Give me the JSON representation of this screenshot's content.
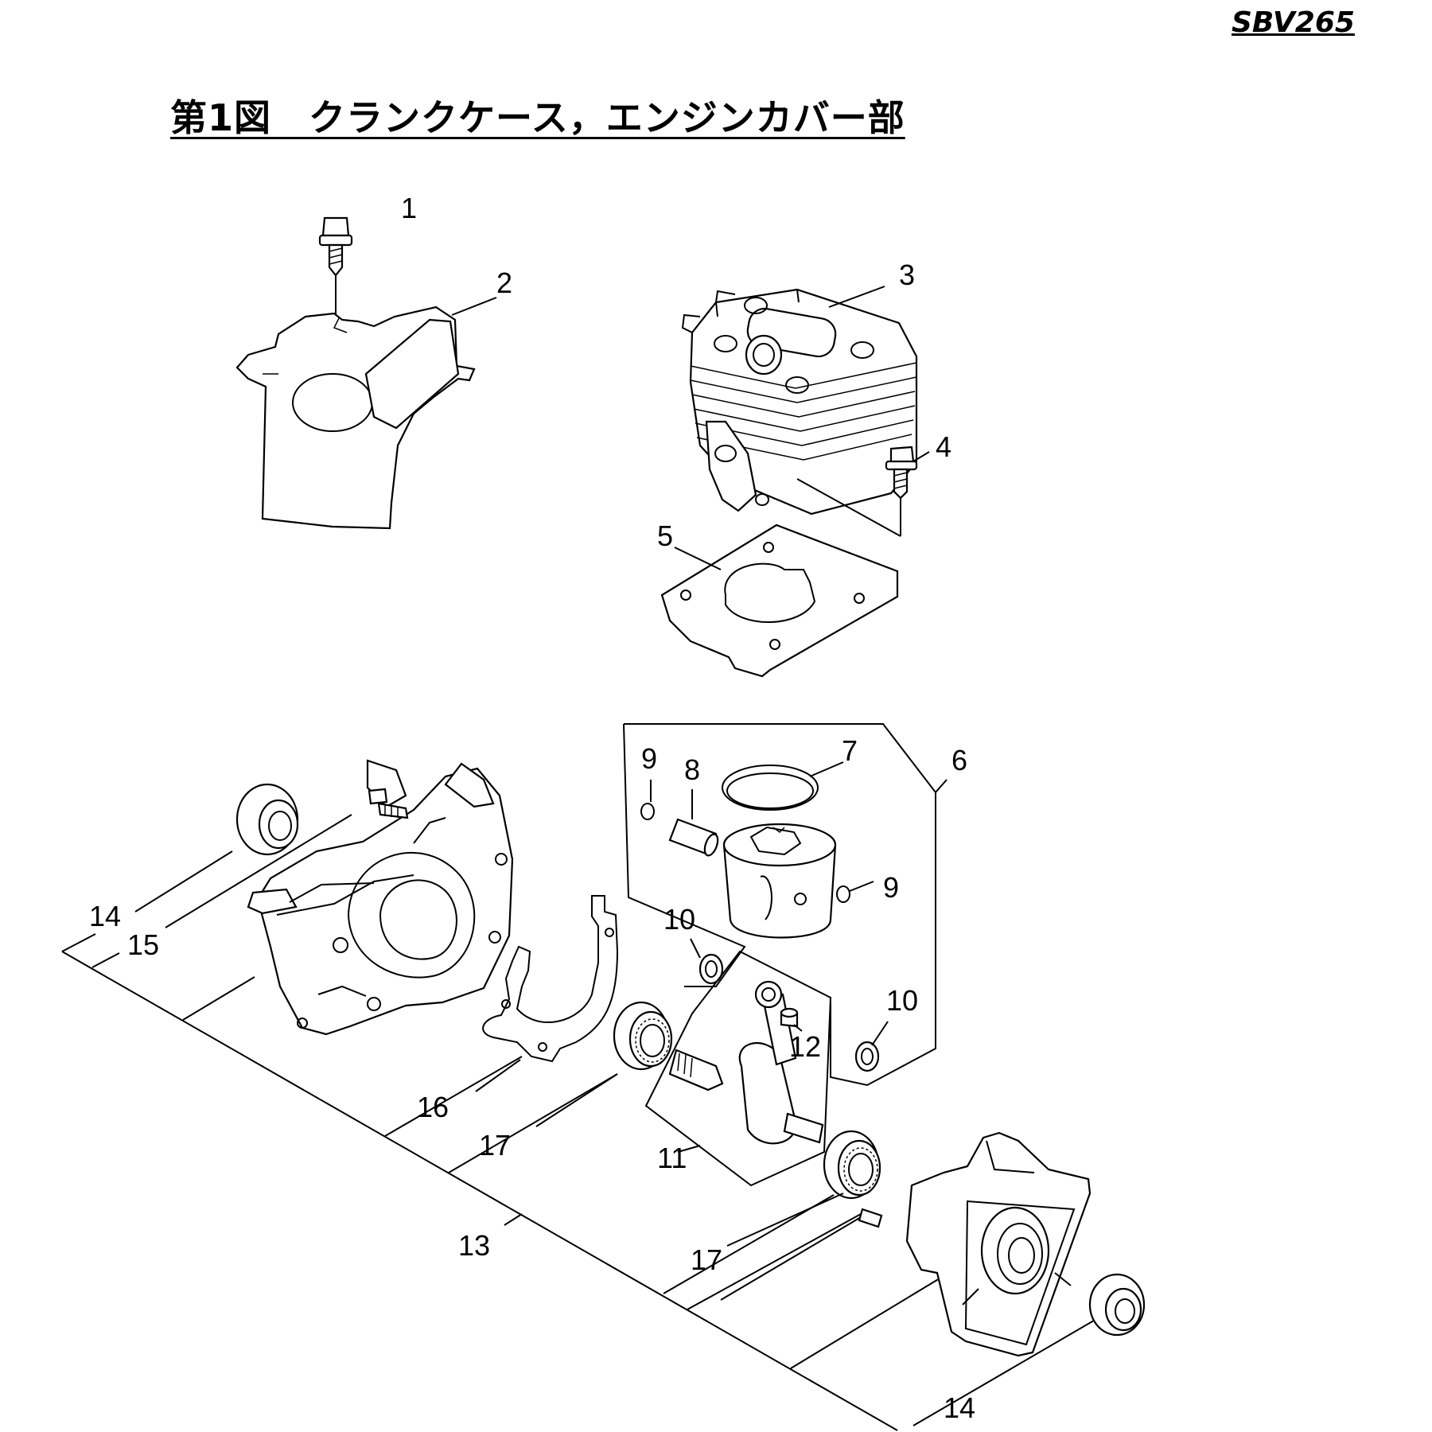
{
  "header": {
    "model": "SBV265",
    "title": "第1図　クランクケース，エンジンカバー部"
  },
  "callouts": {
    "c1": "1",
    "c2": "2",
    "c3": "3",
    "c4": "4",
    "c5": "5",
    "c6": "6",
    "c7": "7",
    "c8": "8",
    "c9a": "9",
    "c9b": "9",
    "c10a": "10",
    "c10b": "10",
    "c11": "11",
    "c12": "12",
    "c13": "13",
    "c14a": "14",
    "c14b": "14",
    "c15": "15",
    "c16": "16",
    "c17a": "17",
    "c17b": "17"
  }
}
